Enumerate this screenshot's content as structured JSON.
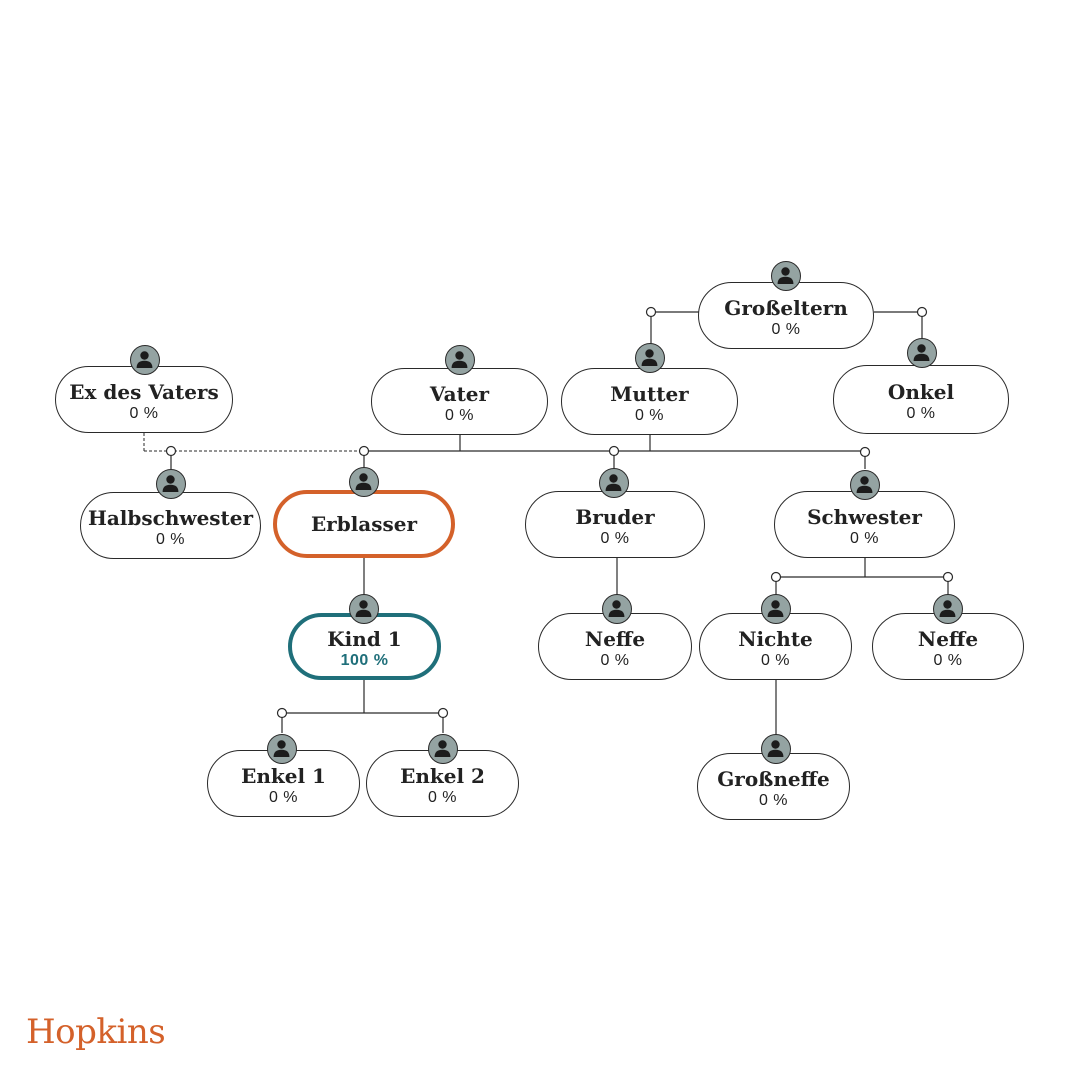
{
  "brand": "Hopkins",
  "colors": {
    "deceased_border": "#d4612a",
    "heir_border": "#1f6f7a",
    "person_icon_fill": "#94a3a2",
    "line": "#2a2a2a"
  },
  "persons": {
    "grosseltern": {
      "name": "Großeltern",
      "share": "0 %"
    },
    "ex_des_vaters": {
      "name": "Ex des Vaters",
      "share": "0 %"
    },
    "vater": {
      "name": "Vater",
      "share": "0 %"
    },
    "mutter": {
      "name": "Mutter",
      "share": "0 %"
    },
    "onkel": {
      "name": "Onkel",
      "share": "0 %"
    },
    "halbschwester": {
      "name": "Halbschwester",
      "share": "0 %"
    },
    "erblasser": {
      "name": "Erblasser"
    },
    "bruder": {
      "name": "Bruder",
      "share": "0 %"
    },
    "schwester": {
      "name": "Schwester",
      "share": "0 %"
    },
    "kind1": {
      "name": "Kind 1",
      "share": "100 %"
    },
    "neffe_bruder": {
      "name": "Neffe",
      "share": "0 %"
    },
    "nichte": {
      "name": "Nichte",
      "share": "0 %"
    },
    "neffe_schwester": {
      "name": "Neffe",
      "share": "0 %"
    },
    "enkel1": {
      "name": "Enkel 1",
      "share": "0 %"
    },
    "enkel2": {
      "name": "Enkel 2",
      "share": "0 %"
    },
    "grossneffe": {
      "name": "Großneffe",
      "share": "0 %"
    }
  }
}
